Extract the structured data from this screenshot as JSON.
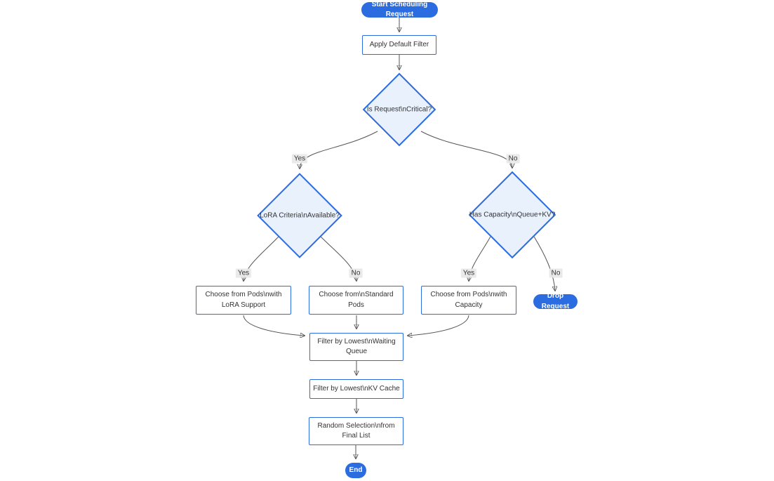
{
  "diagram": {
    "type": "flowchart",
    "direction": "top-down",
    "nodes": {
      "start": {
        "shape": "stadium",
        "label": "Start Scheduling Request"
      },
      "apply_filter": {
        "shape": "rect",
        "label": "Apply Default Filter"
      },
      "is_critical": {
        "shape": "diamond",
        "label": "Is Request\\nCritical?"
      },
      "lora_criteria": {
        "shape": "diamond",
        "label": "LoRA Criteria\\nAvailable?"
      },
      "has_capacity": {
        "shape": "diamond",
        "label": "Has Capacity\\nQueue+KV?"
      },
      "choose_lora": {
        "shape": "rect",
        "label": "Choose from Pods\\nwith LoRA Support",
        "lines": [
          "Choose from Pods\\nwith",
          "LoRA Support"
        ]
      },
      "choose_standard": {
        "shape": "rect",
        "label": "Choose from\\nStandard Pods",
        "lines": [
          "Choose from\\nStandard",
          "Pods"
        ]
      },
      "choose_capacity": {
        "shape": "rect",
        "label": "Choose from Pods\\nwith Capacity",
        "lines": [
          "Choose from Pods\\nwith",
          "Capacity"
        ]
      },
      "drop_request": {
        "shape": "stadium",
        "label": "Drop Request"
      },
      "filter_waiting": {
        "shape": "rect",
        "label": "Filter by Lowest\\nWaiting Queue",
        "lines": [
          "Filter by Lowest\\nWaiting",
          "Queue"
        ]
      },
      "filter_kv": {
        "shape": "rect",
        "label": "Filter by Lowest\\nKV Cache"
      },
      "random_selection": {
        "shape": "rect",
        "label": "Random Selection\\nfrom Final List",
        "lines": [
          "Random Selection\\nfrom",
          "Final List"
        ]
      },
      "end": {
        "shape": "stadium",
        "label": "End"
      }
    },
    "edges": [
      {
        "from": "start",
        "to": "apply_filter",
        "label": ""
      },
      {
        "from": "apply_filter",
        "to": "is_critical",
        "label": ""
      },
      {
        "from": "is_critical",
        "to": "lora_criteria",
        "label": "Yes"
      },
      {
        "from": "is_critical",
        "to": "has_capacity",
        "label": "No"
      },
      {
        "from": "lora_criteria",
        "to": "choose_lora",
        "label": "Yes"
      },
      {
        "from": "lora_criteria",
        "to": "choose_standard",
        "label": "No"
      },
      {
        "from": "has_capacity",
        "to": "choose_capacity",
        "label": "Yes"
      },
      {
        "from": "has_capacity",
        "to": "drop_request",
        "label": "No"
      },
      {
        "from": "choose_lora",
        "to": "filter_waiting",
        "label": ""
      },
      {
        "from": "choose_standard",
        "to": "filter_waiting",
        "label": ""
      },
      {
        "from": "choose_capacity",
        "to": "filter_waiting",
        "label": ""
      },
      {
        "from": "filter_waiting",
        "to": "filter_kv",
        "label": ""
      },
      {
        "from": "filter_kv",
        "to": "random_selection",
        "label": ""
      },
      {
        "from": "random_selection",
        "to": "end",
        "label": ""
      }
    ],
    "colors": {
      "node_fill": "#ffffff",
      "decision_fill": "#e8f1fc",
      "accent": "#2b6ce0",
      "edge_line": "#555555",
      "arrowhead": "#333333",
      "edge_label_bg": "#e8e8e8",
      "text": "#333333",
      "pill_text": "#ffffff"
    }
  }
}
